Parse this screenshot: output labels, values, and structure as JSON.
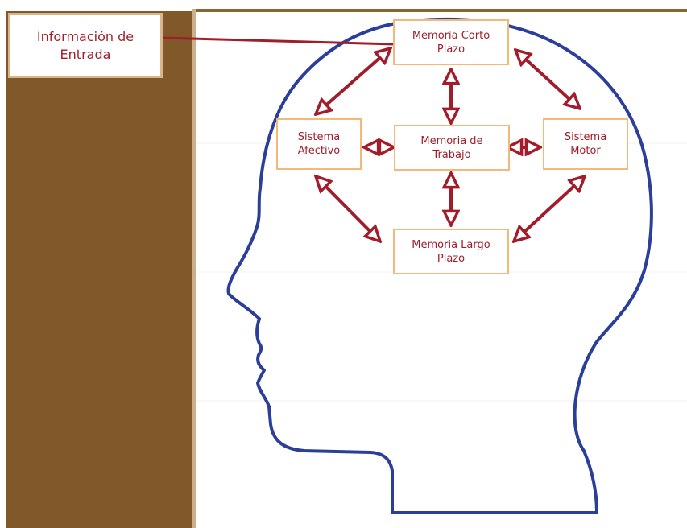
{
  "diagram": {
    "input": {
      "label": "Información de\nEntrada"
    },
    "nodes": {
      "short_term_memory": "Memoria Corto\nPlazo",
      "affective_system": "Sistema\nAfectivo",
      "working_memory": "Memoria de\nTrabajo",
      "motor_system": "Sistema\nMotor",
      "long_term_memory": "Memoria Largo\nPlazo"
    },
    "colors": {
      "arrow": "#a11d2b",
      "head_outline": "#2b3f9a",
      "node_border": "#f4b97a",
      "panel": "#80582a",
      "text": "#a11d2b"
    }
  }
}
